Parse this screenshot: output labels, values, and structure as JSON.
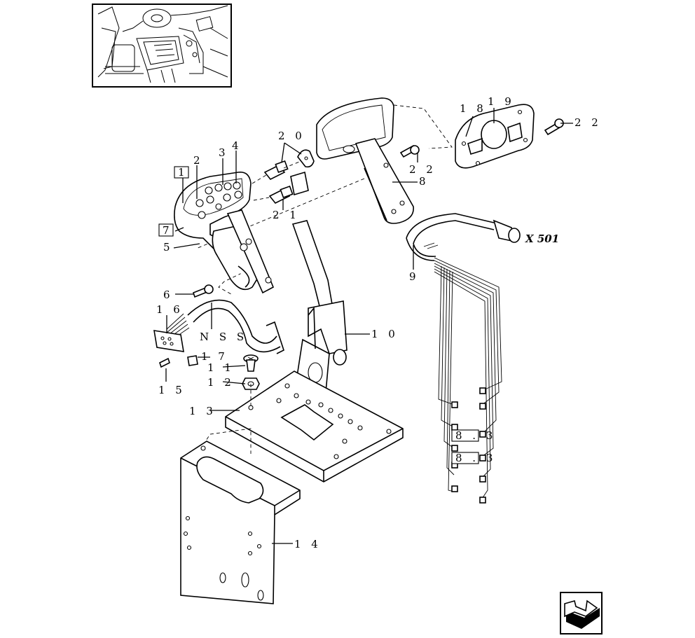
{
  "diagram": {
    "callouts": {
      "c1": "1",
      "c2": "2",
      "c3": "3",
      "c4": "4",
      "c5": "5",
      "c6": "6",
      "c7": "7",
      "c8": "8",
      "c9": "9",
      "c10": "1 0",
      "c11": "1 1",
      "c12": "1 2",
      "c13": "1 3",
      "c14": "1 4",
      "c15": "1 5",
      "c16": "1 6",
      "c17": "1 7",
      "c18": "1 8",
      "c19": "1 9",
      "c20": "2 0",
      "c21": "2 1",
      "c22a": "2 2",
      "c22b": "2 2",
      "nss": "N S S",
      "x501": "X 501"
    },
    "connector_refs": [
      "8 . 3",
      "8 . 3"
    ]
  },
  "icons": {
    "overview_inset": "tractor-cab-overview-icon",
    "next_page": "next-page-arrow-icon"
  }
}
